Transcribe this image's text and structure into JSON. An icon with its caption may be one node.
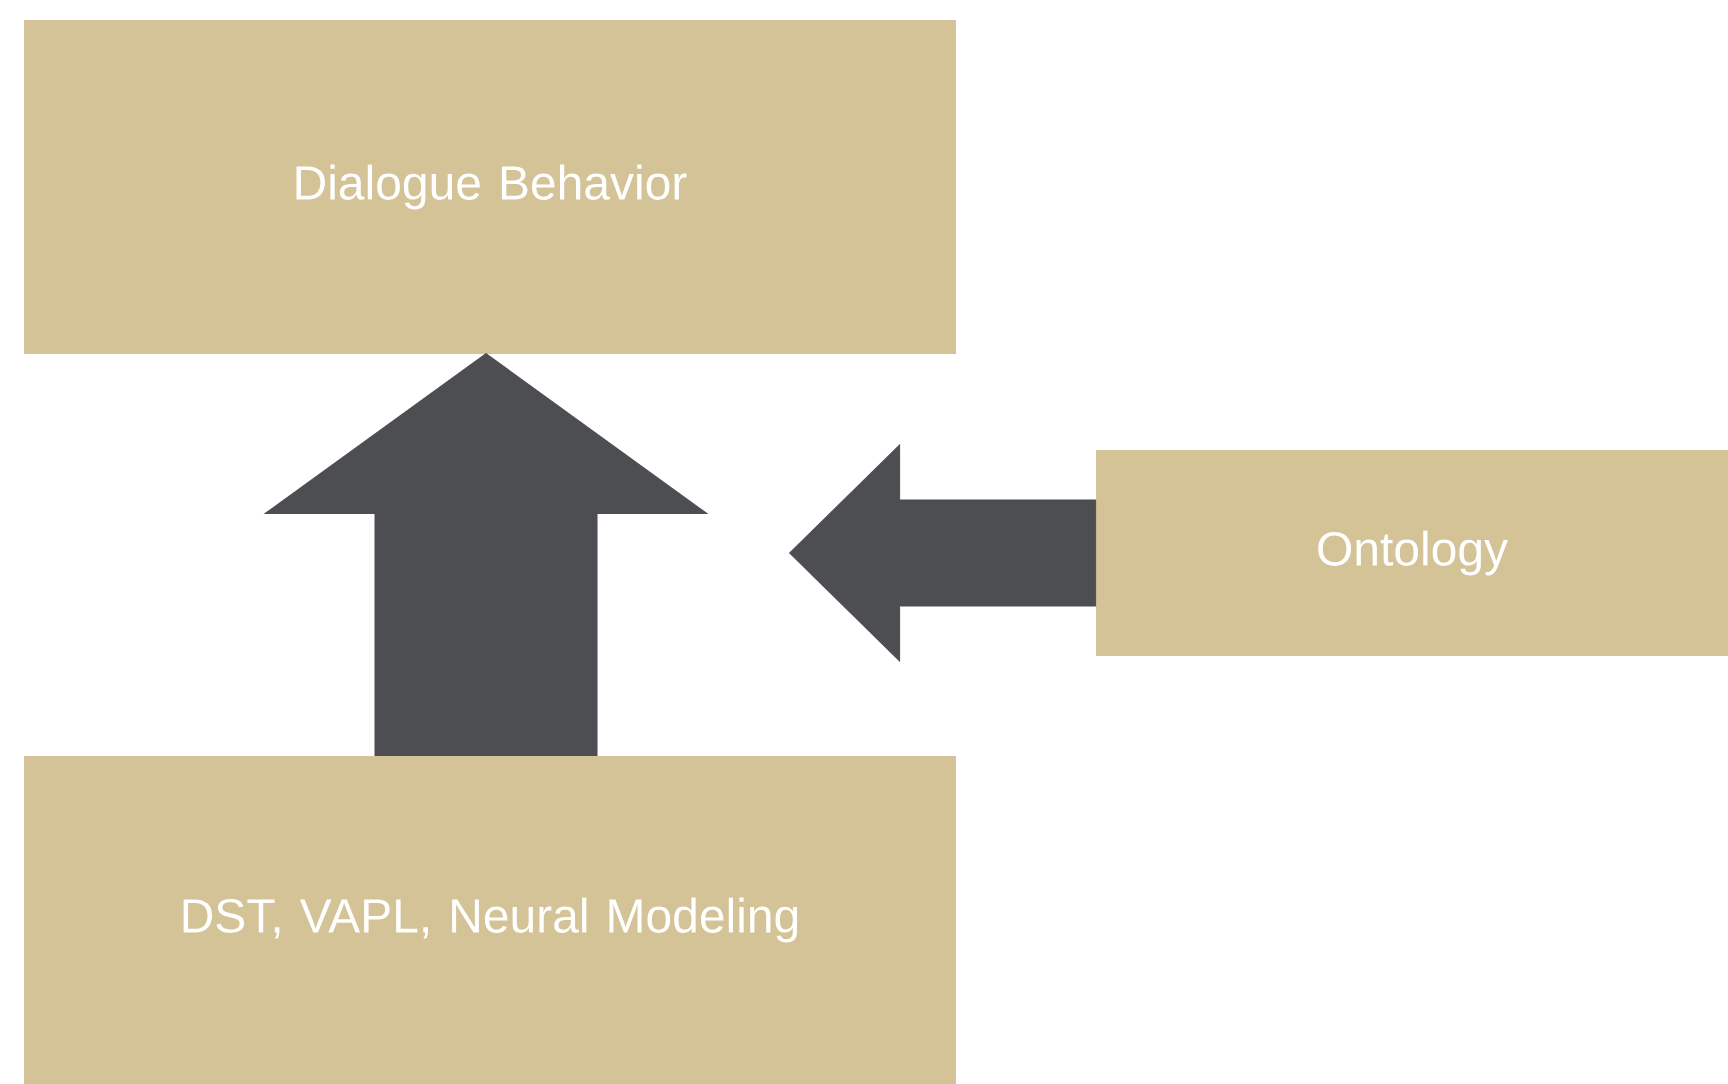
{
  "diagram": {
    "nodes": [
      {
        "text": [
          "Dialogue Behavior"
        ]
      },
      {
        "text": [
          "Ontology"
        ]
      },
      {
        "text": [
          "DST, VAPL, Neural Modeling"
        ]
      }
    ],
    "edges": [
      {
        "from": 2,
        "to": 0,
        "arrow": "to",
        "style": "thick"
      },
      {
        "from": 1,
        "to": null,
        "arrow": "to"
      }
    ]
  }
}
